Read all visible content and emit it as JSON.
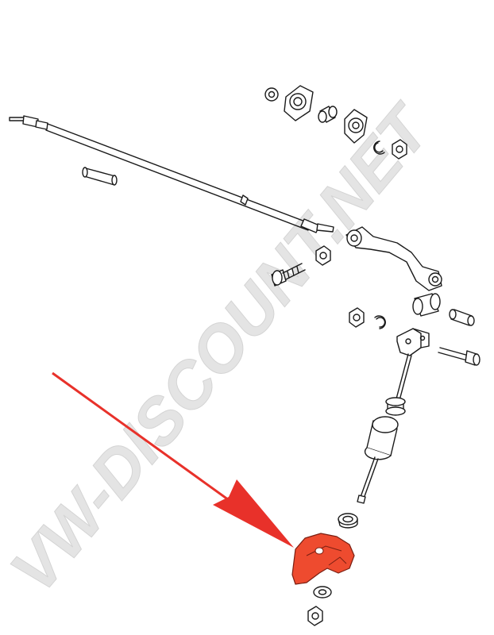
{
  "watermark": {
    "text": "VW-DISCOUNT.NET",
    "color": "#e4e4e4"
  },
  "highlight": {
    "color": "#ee4b2f",
    "arrow_color": "#e8312a"
  },
  "line_color": "#1a1a1a",
  "parts": [
    "shift-rod",
    "rod-bushing",
    "lever-hook",
    "bolt",
    "nut",
    "washer",
    "circlip",
    "guide-flange",
    "plastic-bushing",
    "rubber-bushing",
    "shift-lever-mount",
    "shift-lever",
    "lever-spring-boot",
    "lever-ball-cup",
    "lever-base-bracket"
  ]
}
